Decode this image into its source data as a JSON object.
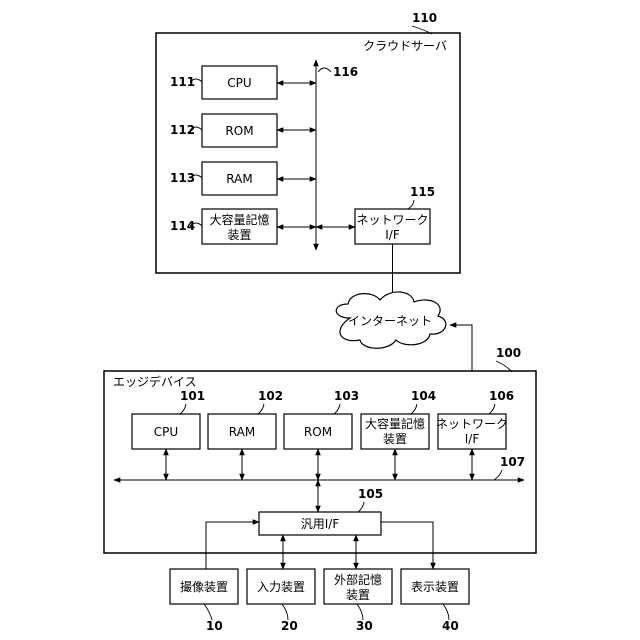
{
  "cloud_server": {
    "title": "クラウドサーバ",
    "ref": "110",
    "bus_ref": "116",
    "components": [
      {
        "ref": "111",
        "label": "CPU"
      },
      {
        "ref": "112",
        "label": "ROM"
      },
      {
        "ref": "113",
        "label": "RAM"
      },
      {
        "ref": "114",
        "label_line1": "大容量記憶",
        "label_line2": "装置"
      }
    ],
    "network_if": {
      "ref": "115",
      "label_line1": "ネットワーク",
      "label_line2": "I/F"
    }
  },
  "internet": {
    "label": "インターネット"
  },
  "edge_device": {
    "title": "エッジデバイス",
    "ref": "100",
    "bus_ref": "107",
    "components": [
      {
        "ref": "101",
        "label": "CPU"
      },
      {
        "ref": "102",
        "label": "RAM"
      },
      {
        "ref": "103",
        "label": "ROM"
      },
      {
        "ref": "104",
        "label_line1": "大容量記憶",
        "label_line2": "装置"
      }
    ],
    "network_if": {
      "ref": "106",
      "label_line1": "ネットワーク",
      "label_line2": "I/F"
    },
    "general_if": {
      "ref": "105",
      "label": "汎用I/F"
    }
  },
  "peripherals": [
    {
      "ref": "10",
      "label": "撮像装置"
    },
    {
      "ref": "20",
      "label": "入力装置"
    },
    {
      "ref": "30",
      "label_line1": "外部記憶",
      "label_line2": "装置"
    },
    {
      "ref": "40",
      "label": "表示装置"
    }
  ]
}
